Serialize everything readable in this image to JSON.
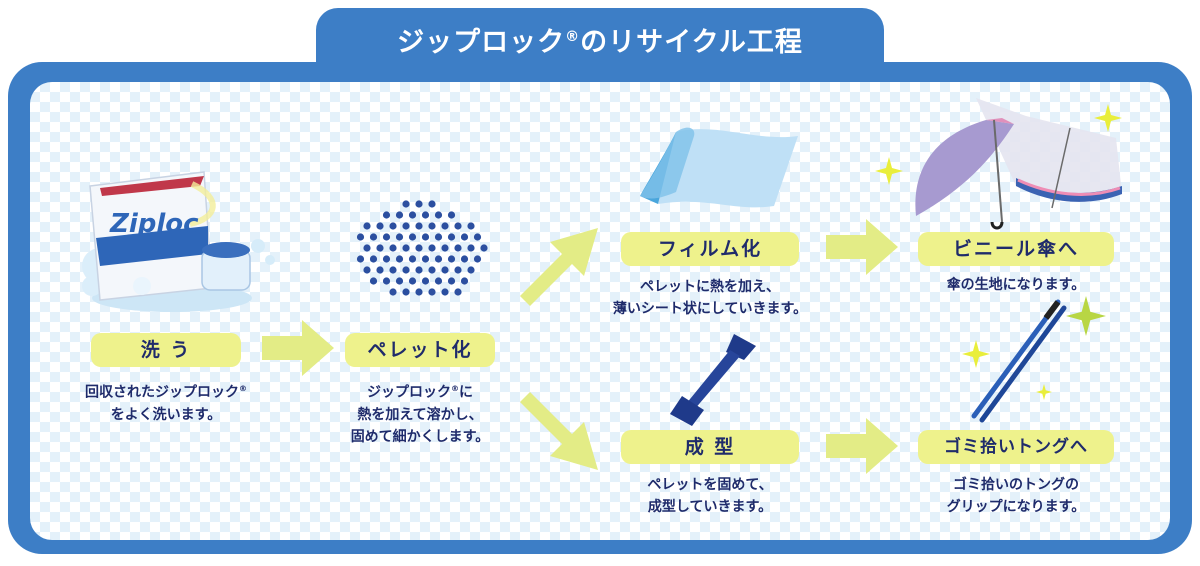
{
  "title": {
    "text": "ジップロック",
    "reg": "®",
    "rest": "のリサイクル工程"
  },
  "steps": {
    "wash": {
      "label": "洗 う",
      "desc_line1": "回収されたジップロック",
      "desc_line1_reg": "®",
      "desc_line2": "をよく洗います。",
      "bag_logo": "Ziploc"
    },
    "pellet": {
      "label": "ペレット化",
      "desc_line1a": "ジップロック",
      "desc_line1_reg": "®",
      "desc_line1b": "に",
      "desc_line2": "熱を加えて溶かし、",
      "desc_line3": "固めて細かくします。"
    },
    "film": {
      "label": "フィルム化",
      "desc_line1": "ペレットに熱を加え、",
      "desc_line2": "薄いシート状にしていきます。"
    },
    "umbrella": {
      "label": "ビニール傘へ",
      "desc_line1": "傘の生地になります。"
    },
    "mold": {
      "label": "成 型",
      "desc_line1": "ペレットを固めて、",
      "desc_line2": "成型していきます。"
    },
    "tongs": {
      "label": "ゴミ拾いトングへ",
      "desc_line1": "ゴミ拾いのトングの",
      "desc_line2": "グリップになります。"
    }
  },
  "colors": {
    "frame": "#3d7ec6",
    "pill": "#eef28c",
    "arrow": "#e3ec86",
    "text": "#1f2b6b",
    "pellet_dot": "#2c4fa0"
  }
}
